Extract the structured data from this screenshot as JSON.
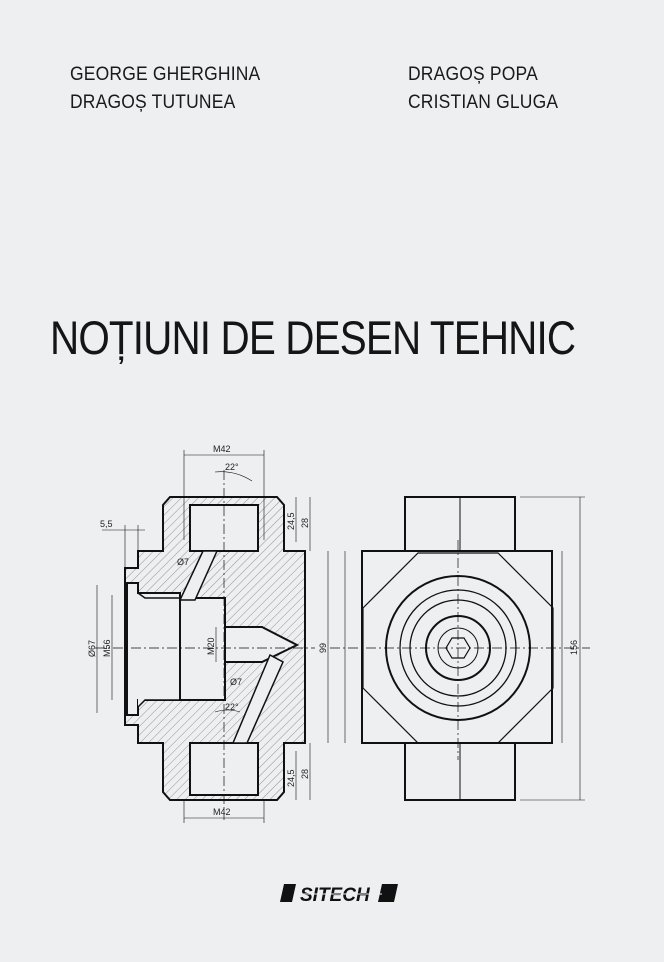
{
  "authors": {
    "left": [
      "GEORGE GHERGHINA",
      "DRAGOȘ TUTUNEA"
    ],
    "right": [
      "DRAGOȘ POPA",
      "CRISTIAN GLUGA"
    ]
  },
  "title": "NOȚIUNI DE DESEN TEHNIC",
  "drawing": {
    "dims": {
      "m42_top": "M42",
      "m42_bottom": "M42",
      "angle_top": "22°",
      "angle_bottom": "22°",
      "d24_5_top": "24,5",
      "d28_top": "28",
      "d24_5_bottom": "24,5",
      "d28_bottom": "28",
      "d5_5": "5,5",
      "phi7_top": "Ø7",
      "phi7_bottom": "Ø7",
      "phi67": "Ø67",
      "m56": "M56",
      "m20": "M20",
      "d99": "99",
      "d156": "156"
    }
  },
  "publisher": {
    "logo": "SITECH"
  }
}
